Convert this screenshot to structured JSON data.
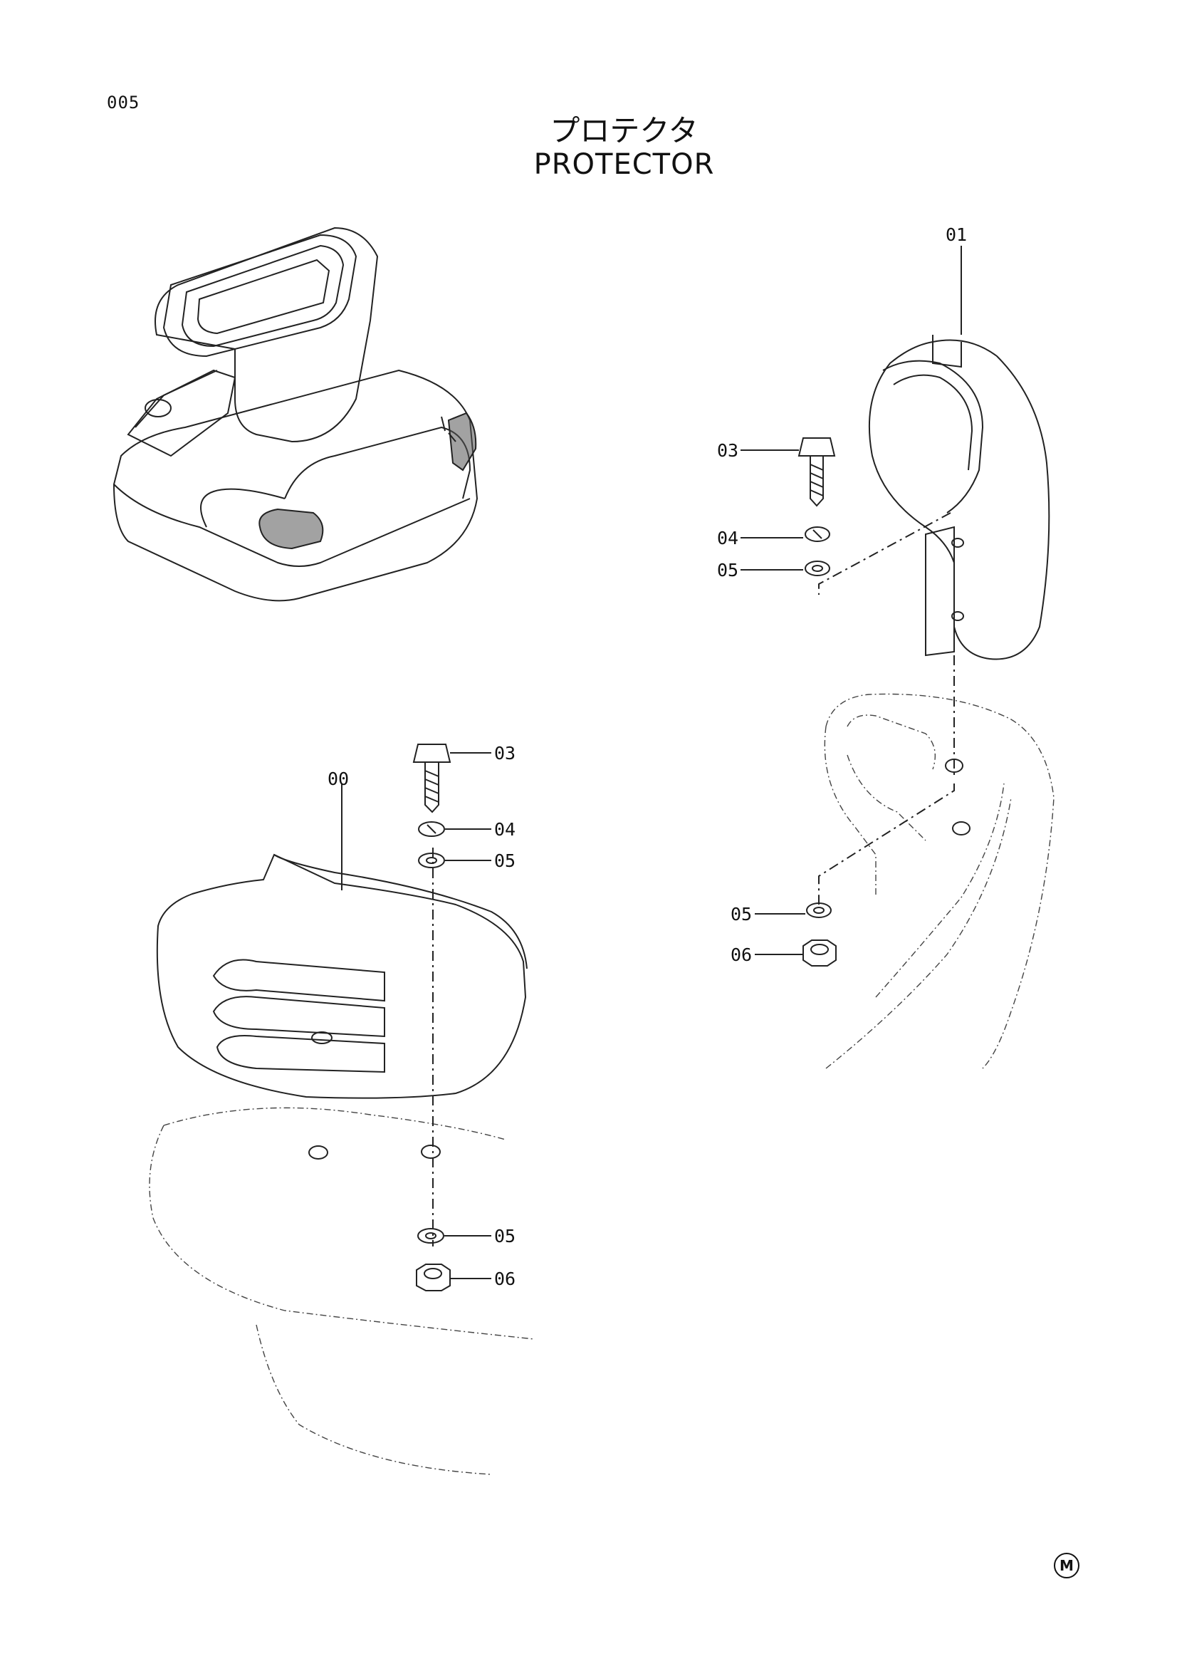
{
  "page": {
    "number": "005",
    "title_jp": "プロテクタ",
    "title_en": "PROTECTOR",
    "mark": "M"
  },
  "callouts": {
    "left": [
      {
        "id": "00",
        "label": "00"
      },
      {
        "id": "03",
        "label": "03"
      },
      {
        "id": "04",
        "label": "04"
      },
      {
        "id": "05a",
        "label": "05"
      },
      {
        "id": "05b",
        "label": "05"
      },
      {
        "id": "06",
        "label": "06"
      }
    ],
    "right": [
      {
        "id": "01",
        "label": "01"
      },
      {
        "id": "03",
        "label": "03"
      },
      {
        "id": "04",
        "label": "04"
      },
      {
        "id": "05a",
        "label": "05"
      },
      {
        "id": "05b",
        "label": "05"
      },
      {
        "id": "06",
        "label": "06"
      }
    ]
  }
}
